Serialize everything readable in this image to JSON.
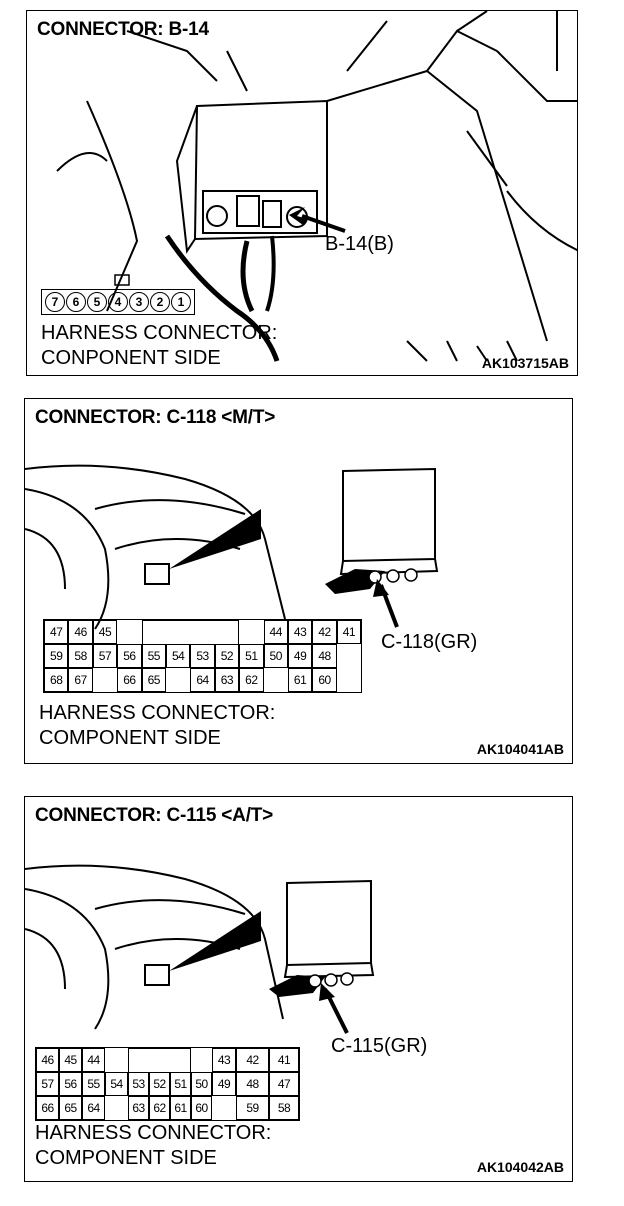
{
  "panels": {
    "b14": {
      "title": "CONNECTOR: B-14",
      "callout": "B-14(B)",
      "sub1": "HARNESS CONNECTOR:",
      "sub2": "CONPONENT SIDE",
      "code": "AK103715AB",
      "pins": [
        "7",
        "6",
        "5",
        "4",
        "3",
        "2",
        "1"
      ]
    },
    "c118": {
      "title": "CONNECTOR: C-118 <M/T>",
      "callout": "C-118(GR)",
      "sub1": "HARNESS CONNECTOR:",
      "sub2": "COMPONENT SIDE",
      "code": "AK104041AB",
      "rows": [
        [
          "47",
          "46",
          "45",
          "",
          "",
          "",
          "",
          "",
          "",
          "44",
          "43",
          "42",
          "41"
        ],
        [
          "59",
          "58",
          "57",
          "56",
          "55",
          "54",
          "53",
          "52",
          "51",
          "50",
          "49",
          "48"
        ],
        [
          "68",
          "67",
          "",
          "66",
          "65",
          "",
          "64",
          "63",
          "62",
          "",
          "61",
          "60"
        ]
      ]
    },
    "c115": {
      "title": "CONNECTOR: C-115 <A/T>",
      "callout": "C-115(GR)",
      "sub1": "HARNESS CONNECTOR:",
      "sub2": "COMPONENT SIDE",
      "code": "AK104042AB",
      "rows": [
        [
          "46",
          "45",
          "44",
          "",
          "",
          "",
          "",
          "",
          "43",
          "42",
          "41"
        ],
        [
          "57",
          "56",
          "55",
          "54",
          "53",
          "52",
          "51",
          "50",
          "49",
          "48",
          "47"
        ],
        [
          "66",
          "65",
          "64",
          "",
          "63",
          "62",
          "61",
          "60",
          "",
          "59",
          "58"
        ]
      ]
    }
  }
}
